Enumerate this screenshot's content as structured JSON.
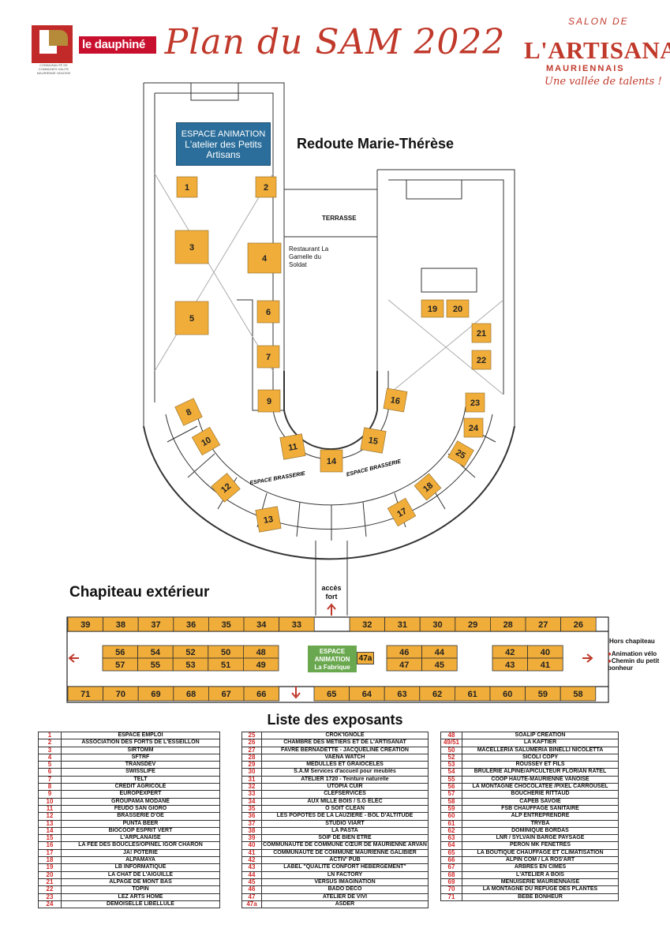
{
  "header": {
    "title": "Plan du SAM 2022",
    "logo_caption": "COMMUNAUTÉ DE COMMUNES HAUTE MAURIENNE VANOISE",
    "partner": "le dauphiné",
    "salon_de": "SALON DE",
    "brand": "L'ARTISANAT",
    "brand_sub": "MAURIENNAIS",
    "tagline": "Une vallée de talents !"
  },
  "map": {
    "redoute_label": "Redoute Marie-Thérèse",
    "espace_animation_title": "ESPACE ANIMATION",
    "espace_animation_sub": "L'atelier des Petits Artisans",
    "terrasse": "TERRASSE",
    "restaurant": "Restaurant La Gamelle du Soldat",
    "espace_brasserie_left": "ESPACE BRASSERIE",
    "espace_brasserie_right": "ESPACE BRASSERIE",
    "acces_fort": "accès fort",
    "stand_numbers": [
      "1",
      "2",
      "3",
      "4",
      "5",
      "6",
      "7",
      "8",
      "9",
      "10",
      "11",
      "12",
      "13",
      "14",
      "15",
      "16",
      "17",
      "18",
      "19",
      "20",
      "21",
      "22",
      "23",
      "24",
      "25"
    ]
  },
  "chapiteau": {
    "title": "Chapiteau extérieur",
    "top_row_left": [
      "39",
      "38",
      "37",
      "36",
      "35",
      "34",
      "33"
    ],
    "top_row_right": [
      "32",
      "31",
      "30",
      "29",
      "28",
      "27",
      "26"
    ],
    "bottom_row_left": [
      "71",
      "70",
      "69",
      "68",
      "67",
      "66"
    ],
    "bottom_row_right": [
      "65",
      "64",
      "63",
      "62",
      "61",
      "60",
      "59",
      "58"
    ],
    "inner_left_top": [
      "56",
      "54",
      "52",
      "50",
      "48"
    ],
    "inner_left_bottom": [
      "57",
      "55",
      "53",
      "51",
      "49"
    ],
    "inner_mid_top": [
      "46",
      "44"
    ],
    "inner_mid_bottom": [
      "47",
      "45"
    ],
    "inner_right_top": [
      "42",
      "40"
    ],
    "inner_right_bottom": [
      "43",
      "41"
    ],
    "fabrique_title": "ESPACE ANIMATION",
    "fabrique_sub": "La Fabrique",
    "stand_47a": "47a",
    "hors_title": "Hors chapiteau",
    "hors_items": [
      "Animation vélo",
      "Chemin du petit bonheur"
    ]
  },
  "liste": {
    "title": "Liste des exposants",
    "col1": [
      {
        "n": "1",
        "name": "ESPACE EMPLOI"
      },
      {
        "n": "2",
        "name": "ASSOCIATION DES FORTS DE L'ESSEILLON"
      },
      {
        "n": "3",
        "name": "SIRTOMM"
      },
      {
        "n": "4",
        "name": "SFTRF"
      },
      {
        "n": "5",
        "name": "TRANSDEV"
      },
      {
        "n": "6",
        "name": "SWISSLIFE"
      },
      {
        "n": "7",
        "name": "TELT"
      },
      {
        "n": "8",
        "name": "CREDIT AGRICOLE"
      },
      {
        "n": "9",
        "name": "EUROPEXPERT"
      },
      {
        "n": "10",
        "name": "GROUPAMA MODANE"
      },
      {
        "n": "11",
        "name": "FEUDO SAN GIORO"
      },
      {
        "n": "12",
        "name": "BRASSERIE D'OE"
      },
      {
        "n": "13",
        "name": "PUNTA BEER"
      },
      {
        "n": "14",
        "name": "BIOCOOP ESPRIT VERT"
      },
      {
        "n": "15",
        "name": "L'ARPLANAISE"
      },
      {
        "n": "16",
        "name": "LA FÉE DES BOUCLES/OPINEL IGOR CHARON"
      },
      {
        "n": "17",
        "name": "JA! POTERIE"
      },
      {
        "n": "18",
        "name": "ALPAMAYA"
      },
      {
        "n": "19",
        "name": "LB INFORMATIQUE"
      },
      {
        "n": "20",
        "name": "LA CHAT DE L'AIGUILLE"
      },
      {
        "n": "21",
        "name": "ALPAGE DE MONT BAS"
      },
      {
        "n": "22",
        "name": "TOPIN"
      },
      {
        "n": "23",
        "name": "LEZ ARTS HOME"
      },
      {
        "n": "24",
        "name": "DEMOISELLE LIBELLULE"
      }
    ],
    "col2": [
      {
        "n": "25",
        "name": "CROK'IGNOLE"
      },
      {
        "n": "26",
        "name": "CHAMBRE DES METIERS ET DE L'ARTISANAT"
      },
      {
        "n": "27",
        "name": "FAVRE BERNADETTE - JACQUELINE CREATION"
      },
      {
        "n": "28",
        "name": "VAENA WATCH"
      },
      {
        "n": "29",
        "name": "MEDULLES ET GRAIOCELES"
      },
      {
        "n": "30",
        "name": "S.A.M Services d'accueil pour meublés"
      },
      {
        "n": "31",
        "name": "ATELIER 1720 - Teinture naturelle"
      },
      {
        "n": "32",
        "name": "UTOPIA CUIR"
      },
      {
        "n": "33",
        "name": "CLEFSERVICES"
      },
      {
        "n": "34",
        "name": "AUX MILLE BOIS / S.G ELEC"
      },
      {
        "n": "35",
        "name": "O SOIT CLEAN"
      },
      {
        "n": "36",
        "name": "LES POPOTES DE LA LAUZIÈRE - BOL D'ALTITUDE"
      },
      {
        "n": "37",
        "name": "STUDIO VIART"
      },
      {
        "n": "38",
        "name": "LA PASTA"
      },
      {
        "n": "39",
        "name": "SOIF DE BIEN ETRE"
      },
      {
        "n": "40",
        "name": "COMMUNAUTE DE COMMUNE CŒUR DE MAURIENNE ARVAN"
      },
      {
        "n": "41",
        "name": "COMMUNAUTE DE COMMUNE MAURIENNE GALIBIER"
      },
      {
        "n": "42",
        "name": "ACTIV' PUB"
      },
      {
        "n": "43",
        "name": "LABEL \"QUALITE CONFORT HEBERGEMENT\""
      },
      {
        "n": "44",
        "name": "LN FACTORY"
      },
      {
        "n": "45",
        "name": "VERSUS IMAGINATION"
      },
      {
        "n": "46",
        "name": "BADO DECO"
      },
      {
        "n": "47",
        "name": "ATELIER DE VIVI"
      },
      {
        "n": "47a",
        "name": "ASDER"
      }
    ],
    "col3": [
      {
        "n": "48",
        "name": "SOALIP CREATION"
      },
      {
        "n": "49/51",
        "name": "LA KAFTIER"
      },
      {
        "n": "50",
        "name": "MACELLERIA SALUMERIA BINELLI NICOLETTA"
      },
      {
        "n": "52",
        "name": "SICOLI COPY"
      },
      {
        "n": "53",
        "name": "ROUSSEY ET FILS"
      },
      {
        "n": "54",
        "name": "BRÛLERIE ALPINE/APICULTEUR FLORIAN RATEL"
      },
      {
        "n": "55",
        "name": "COOP HAUTE-MAURIENNE VANOISE"
      },
      {
        "n": "56",
        "name": "LA MONTAGNE CHOCOLATÉE /PIXEL CARROUSEL"
      },
      {
        "n": "57",
        "name": "BOUCHERIE RITTAUD"
      },
      {
        "n": "58",
        "name": "CAPEB SAVOIE"
      },
      {
        "n": "59",
        "name": "FSB CHAUFFAGE SANITAIRE"
      },
      {
        "n": "60",
        "name": "ALP ENTREPRENDRE"
      },
      {
        "n": "61",
        "name": "TRYBA"
      },
      {
        "n": "62",
        "name": "DOMINIQUE BORDAS"
      },
      {
        "n": "63",
        "name": "LNR / SYLVAIN BARGE PAYSAGE"
      },
      {
        "n": "64",
        "name": "PERON MK FENETRES"
      },
      {
        "n": "65",
        "name": "LA BOUTIQUE CHAUFFAGE ET CLIMATISATION"
      },
      {
        "n": "66",
        "name": "ALPIN COM / LA ROS'ART"
      },
      {
        "n": "67",
        "name": "ARBRES EN CIMES"
      },
      {
        "n": "68",
        "name": "L'ATELIER A BOIS"
      },
      {
        "n": "69",
        "name": "MENUISERIE MAURIENNAISE"
      },
      {
        "n": "70",
        "name": "LA MONTAGNE DU REFUGE DES PLANTES"
      },
      {
        "n": "71",
        "name": "BÉBÉ BONHEUR"
      }
    ]
  },
  "colors": {
    "stand": "#f0ad3a",
    "title_red": "#c0392b",
    "espace_animation": "#2b6e9b",
    "fabrique": "#6aa84f"
  }
}
